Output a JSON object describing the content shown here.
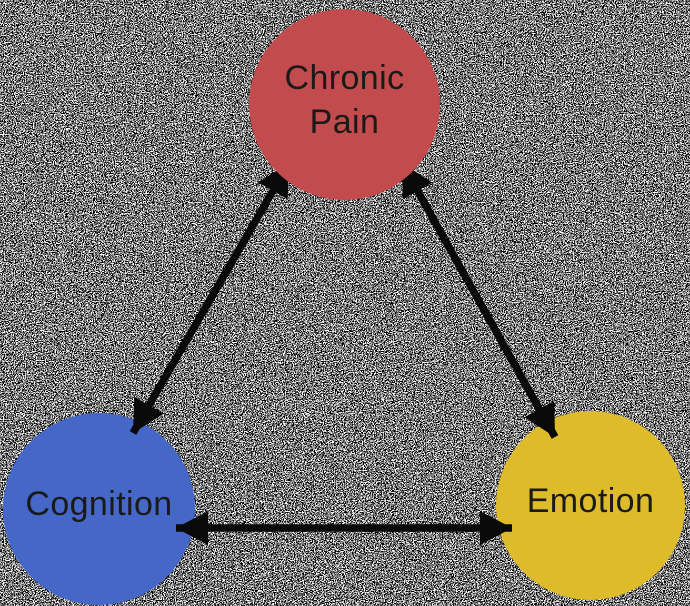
{
  "diagram": {
    "type": "triangle-relationship",
    "background_texture": "black-and-white static noise",
    "nodes": [
      {
        "id": "chronic-pain",
        "label": "Chronic Pain",
        "label_lines": [
          "Chronic",
          "Pain"
        ],
        "color": "#c14b4d",
        "shape": "circle",
        "position": "top-center"
      },
      {
        "id": "cognition",
        "label": "Cognition",
        "label_lines": [
          "Cognition"
        ],
        "color": "#4568c8",
        "shape": "circle",
        "position": "bottom-left"
      },
      {
        "id": "emotion",
        "label": "Emotion",
        "label_lines": [
          "Emotion"
        ],
        "color": "#debb2b",
        "shape": "circle",
        "position": "bottom-right"
      }
    ],
    "edges": [
      {
        "from": "cognition",
        "to": "chronic-pain",
        "style": "double-headed-arrow"
      },
      {
        "from": "chronic-pain",
        "to": "emotion",
        "style": "double-headed-arrow"
      },
      {
        "from": "cognition",
        "to": "emotion",
        "style": "double-headed-arrow"
      }
    ],
    "arrow_color": "#0a0a0a",
    "text_color": "#1a1a1a"
  }
}
